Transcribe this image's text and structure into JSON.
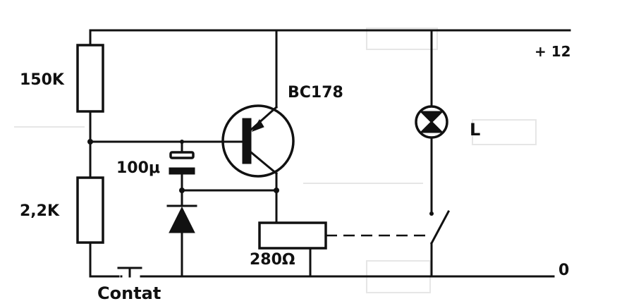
{
  "labels": {
    "r1": "150K",
    "r2": "2,2K",
    "transistor": "BC178",
    "capacitor": "100μ",
    "relay": "280Ω",
    "lamp": "L",
    "supply_pos": "+ 12",
    "supply_gnd": "0",
    "contact": "Contat"
  },
  "colors": {
    "ink": "#111111",
    "paper": "#ffffff"
  }
}
